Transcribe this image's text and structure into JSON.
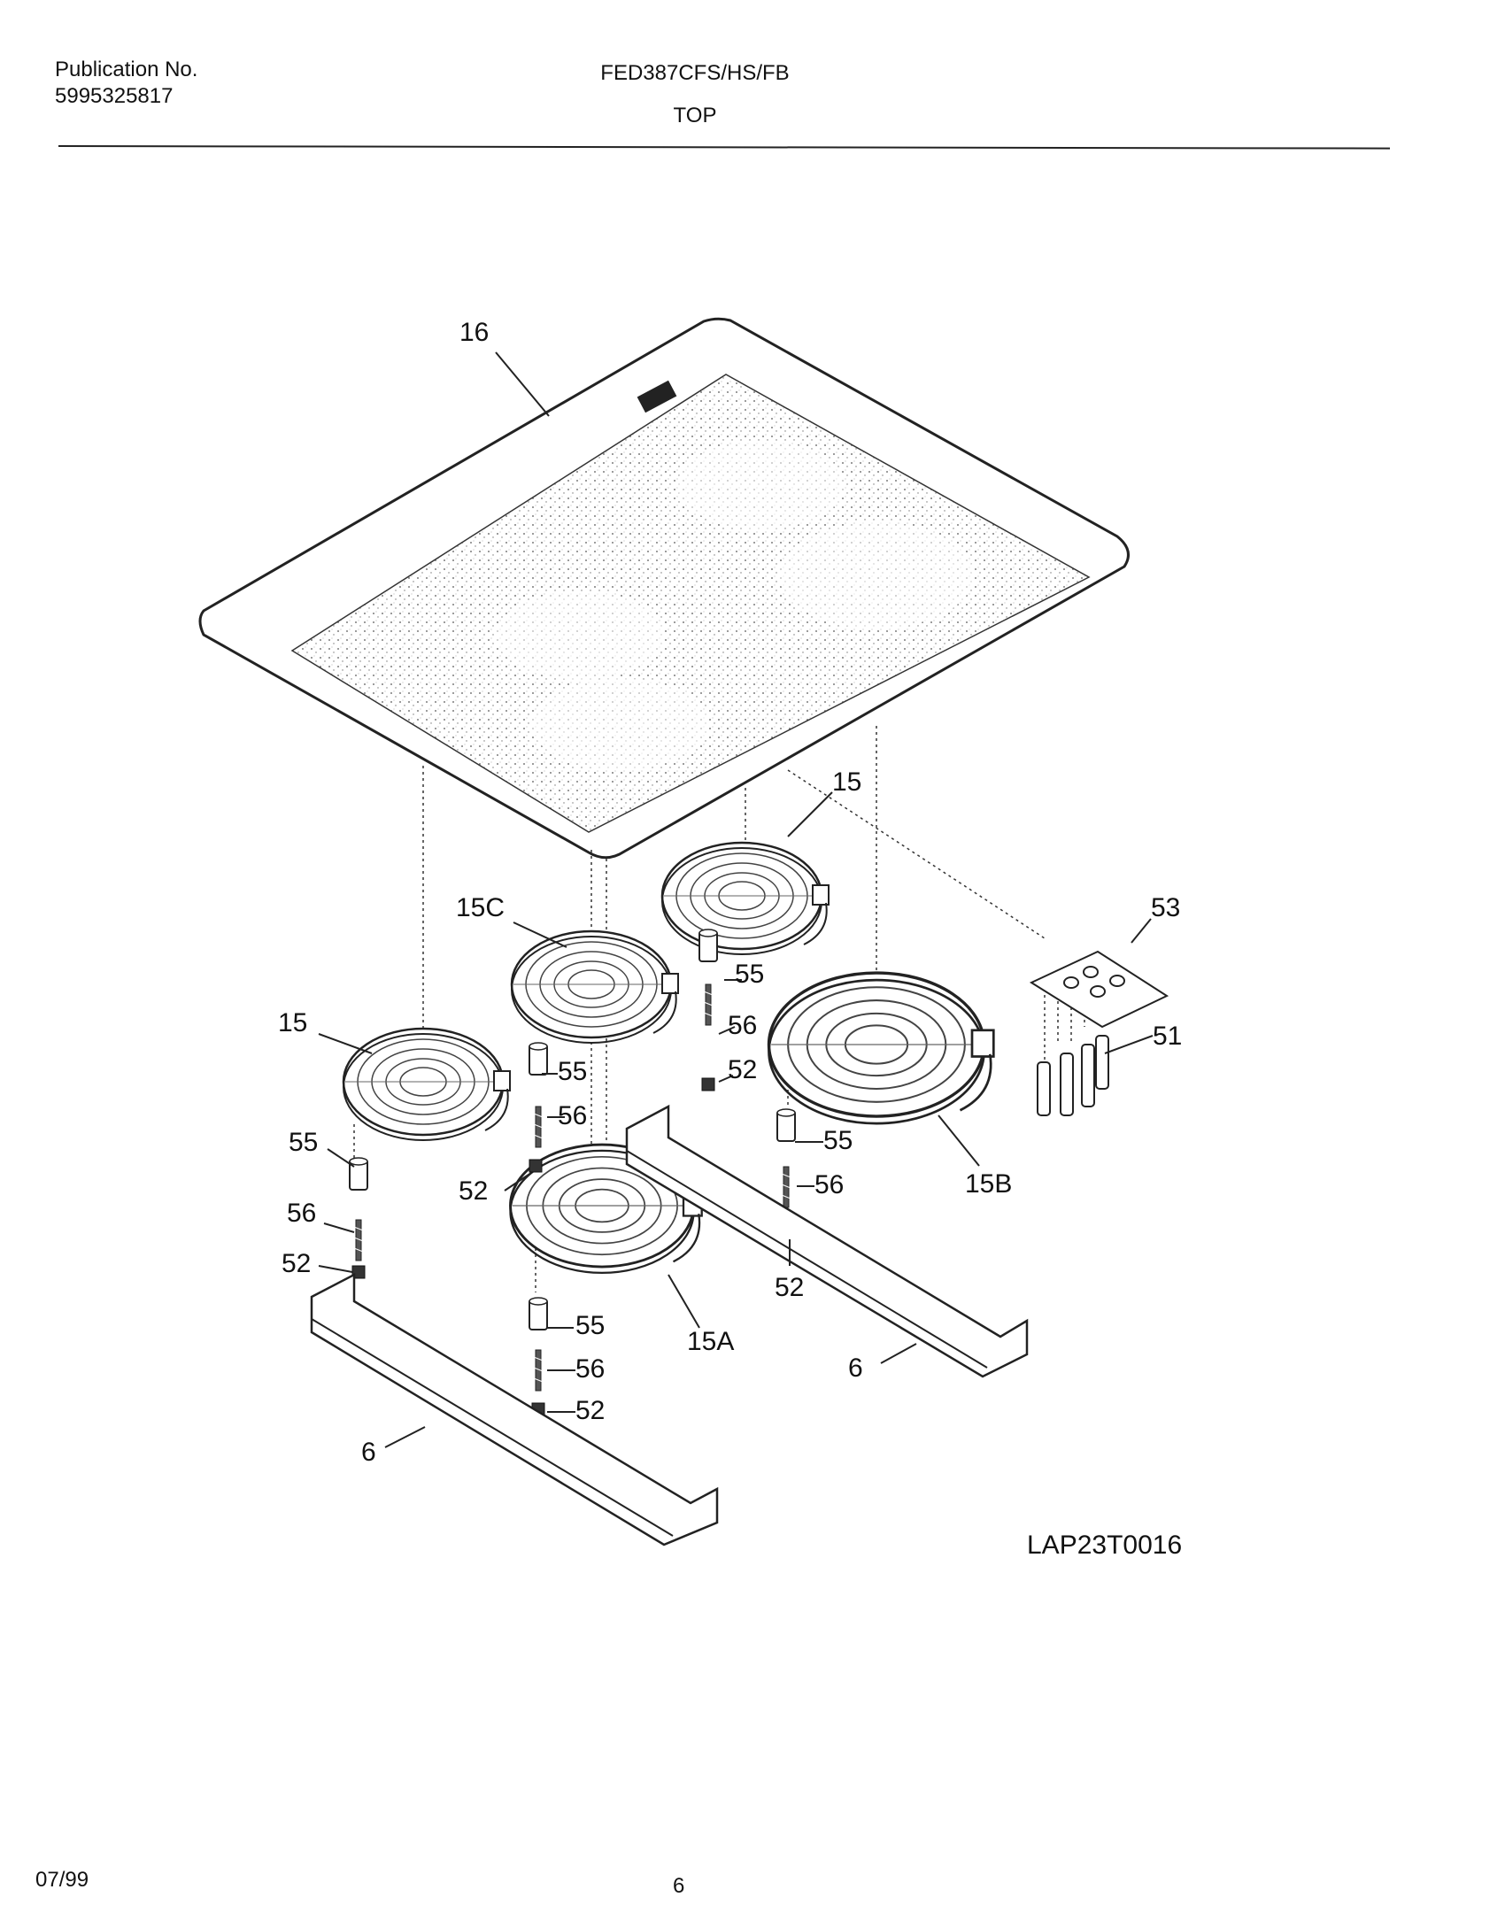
{
  "header": {
    "publication_label": "Publication No.",
    "publication_number": "5995325817",
    "model": "FED387CFS/HS/FB",
    "section": "TOP"
  },
  "figure": {
    "drawing_id": "LAP23T0016",
    "labels": {
      "top_glass": "16",
      "element_rear_right": "15",
      "element_front_left": "15",
      "element_rear_left": "15C",
      "element_front_center": "15A",
      "element_right_large": "15B",
      "bracket_plate": "53",
      "limiter": "51",
      "spacer": "55",
      "screw": "56",
      "nut": "52",
      "support_bar": "6"
    }
  },
  "footer": {
    "date": "07/99",
    "page": "6"
  }
}
